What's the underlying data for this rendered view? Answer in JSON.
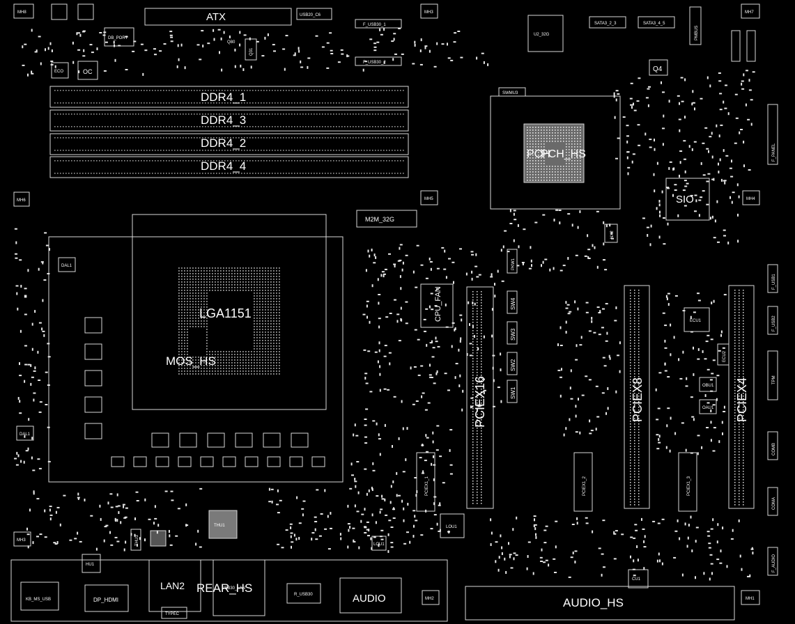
{
  "labels": {
    "atx": "ATX",
    "usb20_c6": "USB20_C6",
    "mh8": "MH8",
    "mh3_top": "MH3",
    "mh7": "MH7",
    "db_port": "DB_PORT",
    "q80": "Q80",
    "q31": "Q31",
    "f_usb30_1": "F_USB30_1",
    "f_usb30_2": "F_USB30_2",
    "u2_32g": "U2_32G",
    "sata3_2_3": "SATA3_2_3",
    "sata3_4_5": "SATA3_4_5",
    "pmbus": "PMBUS",
    "eco": "ECO",
    "oc": "OC",
    "q4": "Q4",
    "ddr4_1": "DDR4_1",
    "ddr4_3": "DDR4_3",
    "ddr4_2": "DDR4_2",
    "ddr4_4": "DDR4_4",
    "swmu3": "SWMU3",
    "pch": "PCH",
    "pch_hs": "PCH_HS",
    "f_panel": "F_PANEL",
    "sio": "SIO",
    "mh6": "MH6",
    "mh5": "MH5",
    "mh4": "MH4",
    "m2m_32g": "M2M_32G",
    "nx2": "NX2",
    "lga1151": "LGA1151",
    "mos_hs": "MOS_HS",
    "dal1_a": "DAL1",
    "dal1_b": "DAL1",
    "cpu_fan": "CPU_FAN",
    "pkw1": "PKW1",
    "sw4": "SW4",
    "sw3": "SW3",
    "sw2": "SW2",
    "sw1": "SW1",
    "pciex16": "PCIEX16",
    "pciex8": "PCIEX8",
    "pciex4": "PCIEX4",
    "pciex1_1": "PCIEX1_1",
    "pciex1_2": "PCIEX1_2",
    "pciex1_3": "PCIEX1_3",
    "ecu1": "ECU1",
    "ecu2": "ECU2",
    "obu1": "OBU1",
    "oau1": "OAU1",
    "tpm": "TPM",
    "com_b": "COMB",
    "com_a": "COMA",
    "f_usb1": "F_USB1",
    "f_usb2": "F_USB2",
    "f_audio": "F_AUDIO",
    "lou1": "LOU1",
    "thu1": "THU1",
    "thu3": "THU3",
    "hu1": "HU1",
    "lan2": "LAN2",
    "rear_hs": "REAR_HS",
    "r_usb30": "R_USB30",
    "audio": "AUDIO",
    "audio_hs": "AUDIO_HS",
    "mh2": "MH2",
    "mh1": "MH1",
    "mh3_bot": "MH3",
    "cu1": "CU1",
    "kb_ms_usb": "KB_MS_USB",
    "dp_hdmi": "DP_HDMI",
    "typec": "TYPEC",
    "lou1_small": "LOU1",
    "usb30_lan": "USB30_LAN"
  },
  "colors": {
    "background": "#000000",
    "outline": "#d9d9d9",
    "pad": "#e8e8e8",
    "text": "#ffffff"
  }
}
